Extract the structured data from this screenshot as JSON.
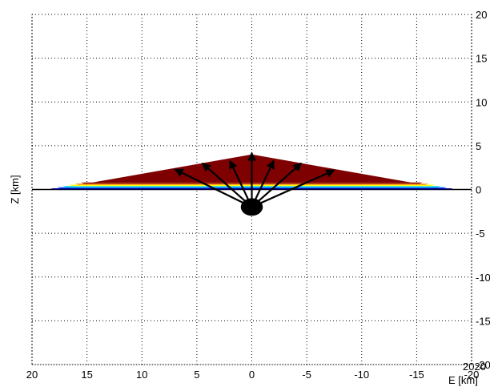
{
  "chart_data": {
    "type": "area",
    "title": "",
    "xlabel": "E [km]",
    "ylabel": "Z [km]",
    "xlim": [
      20,
      -20
    ],
    "ylim": [
      -20,
      20
    ],
    "x_reversed": true,
    "grid": true,
    "x_ticks": [
      "20",
      "15",
      "10",
      "5",
      "0",
      "-5",
      "-10",
      "-15",
      "-20"
    ],
    "y_ticks": [
      "20",
      "15",
      "10",
      "5",
      "0",
      "-5",
      "-10",
      "-15",
      "-20"
    ],
    "corner_overlap_text": "2020",
    "source_triangle": {
      "x": [
        -14.5,
        0,
        14.5
      ],
      "z": [
        0.8,
        4.0,
        0.8
      ],
      "color": "#7f0000"
    },
    "surface_band": {
      "x_range": [
        -18,
        18
      ],
      "z_range": [
        0,
        0.8
      ],
      "colors": [
        "#00008f",
        "#0060ff",
        "#20e0e0",
        "#ffff00",
        "#ff8000",
        "#7f0000"
      ]
    },
    "origin": {
      "x": 0,
      "z": -2,
      "radius_km": 1.0,
      "color": "#000000"
    },
    "arrows": [
      {
        "x": 7.0,
        "z": 2.3
      },
      {
        "x": 4.5,
        "z": 3.0
      },
      {
        "x": 2.0,
        "z": 3.3
      },
      {
        "x": 0.0,
        "z": 4.2
      },
      {
        "x": -2.0,
        "z": 3.3
      },
      {
        "x": -4.5,
        "z": 3.0
      },
      {
        "x": -7.5,
        "z": 2.2
      }
    ]
  }
}
